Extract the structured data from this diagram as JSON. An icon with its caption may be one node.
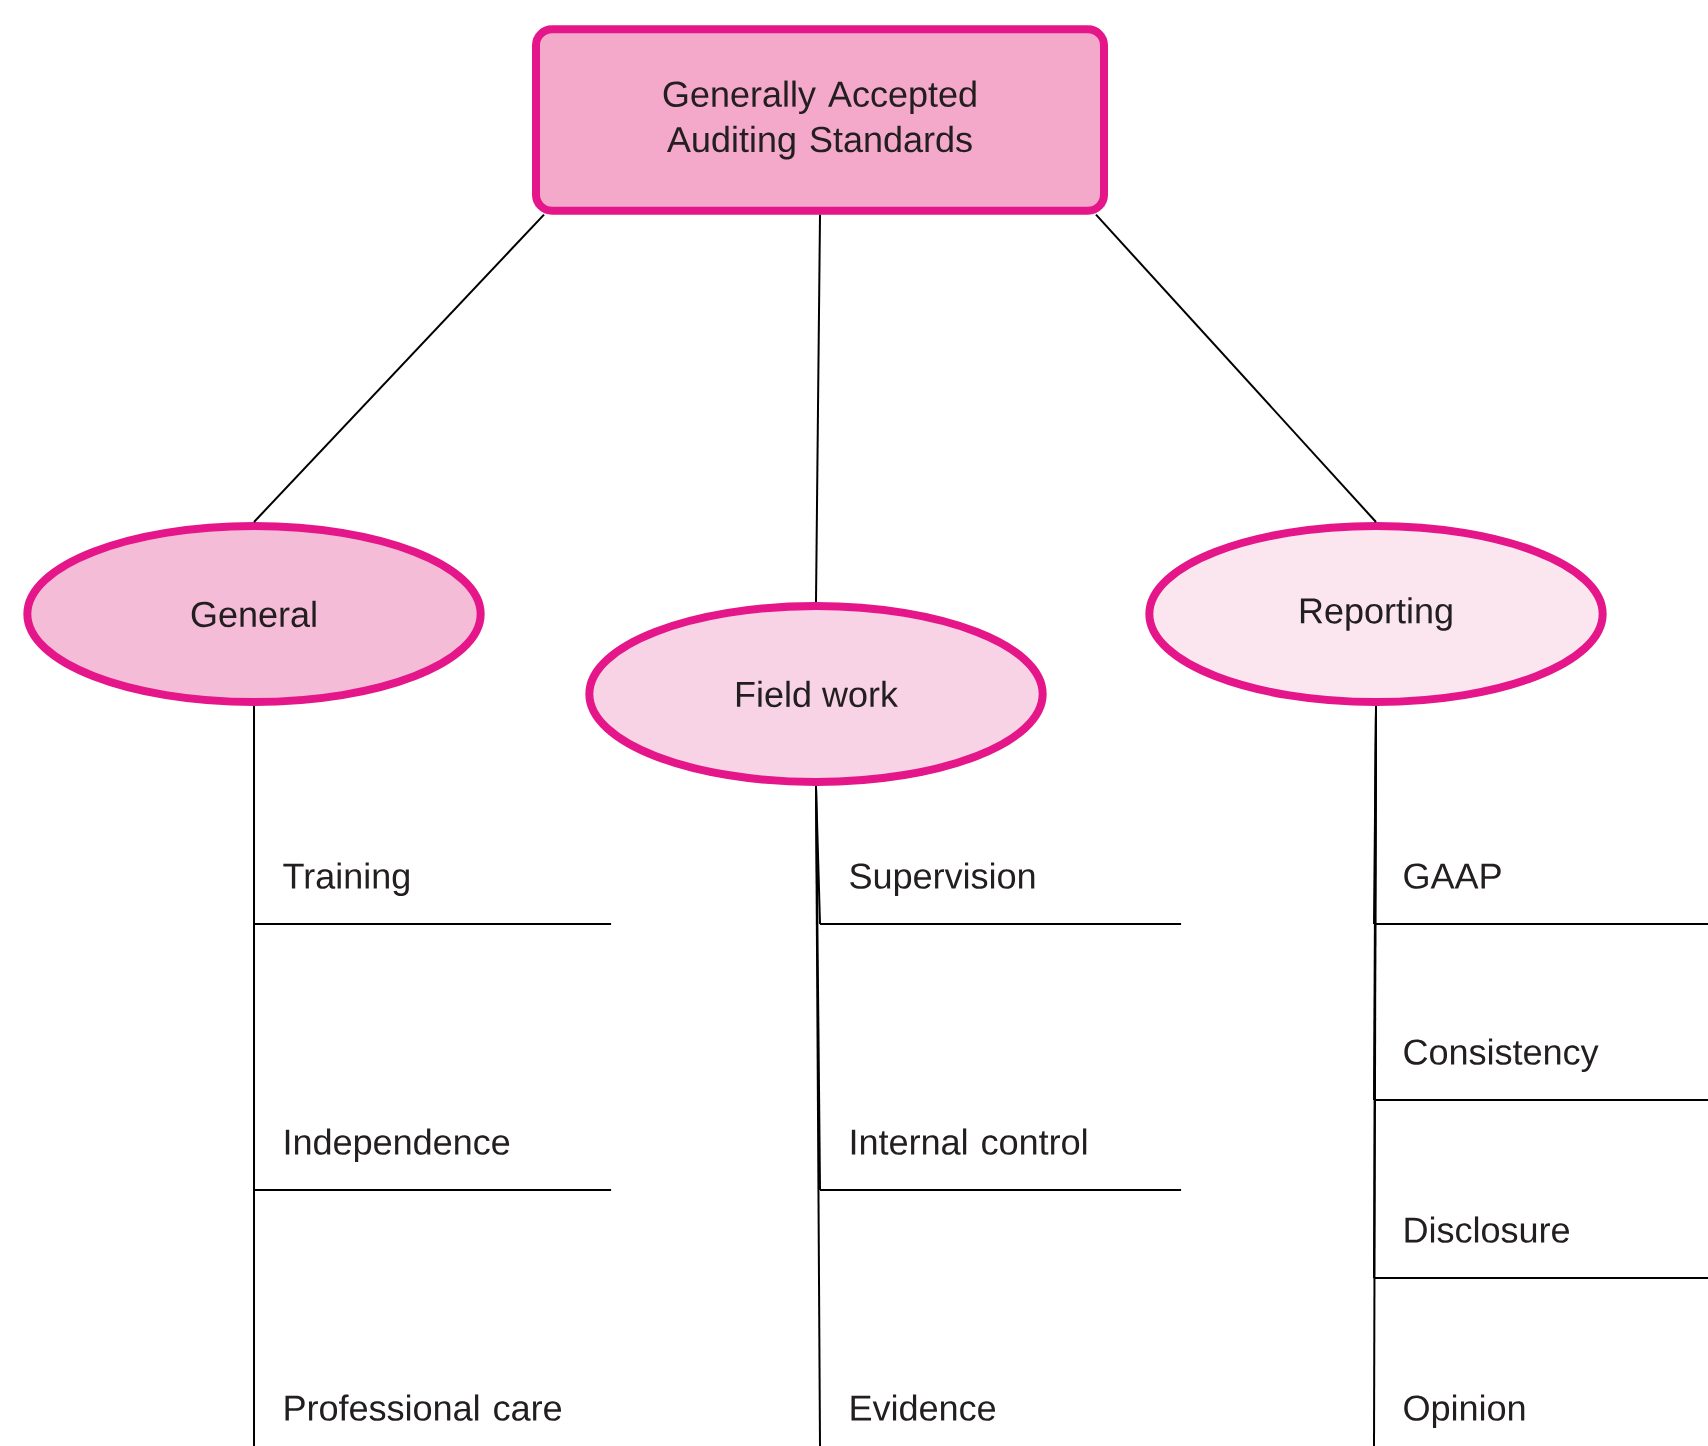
{
  "diagram": {
    "nodes": [
      {
        "text": [
          "Generally Accepted Auditing Standards"
        ]
      },
      {
        "text": [
          "General"
        ]
      },
      {
        "text": [
          "Field work"
        ]
      },
      {
        "text": [
          "Reporting"
        ]
      },
      {
        "text": [
          "Training"
        ]
      },
      {
        "text": [
          "Independence"
        ]
      },
      {
        "text": [
          "Professional care"
        ]
      },
      {
        "text": [
          "Supervision"
        ]
      },
      {
        "text": [
          "Internal control"
        ]
      },
      {
        "text": [
          "Evidence"
        ]
      },
      {
        "text": [
          "GAAP"
        ]
      },
      {
        "text": [
          "Consistency"
        ]
      },
      {
        "text": [
          "Disclosure"
        ]
      },
      {
        "text": [
          "Opinion"
        ]
      }
    ],
    "edges": [
      {
        "from": 0,
        "to": 1,
        "arrow": "none"
      },
      {
        "from": 0,
        "to": 2,
        "arrow": "none"
      },
      {
        "from": 0,
        "to": 3,
        "arrow": "none"
      },
      {
        "from": 1,
        "to": 4,
        "arrow": "none"
      },
      {
        "from": 1,
        "to": 5,
        "arrow": "none"
      },
      {
        "from": 1,
        "to": 6,
        "arrow": "none"
      },
      {
        "from": 2,
        "to": 7,
        "arrow": "none"
      },
      {
        "from": 2,
        "to": 8,
        "arrow": "none"
      },
      {
        "from": 2,
        "to": 9,
        "arrow": "none"
      },
      {
        "from": 3,
        "to": 10,
        "arrow": "none"
      },
      {
        "from": 3,
        "to": 11,
        "arrow": "none"
      },
      {
        "from": 3,
        "to": 12,
        "arrow": "none"
      },
      {
        "from": 3,
        "to": 13,
        "arrow": "none"
      }
    ]
  }
}
